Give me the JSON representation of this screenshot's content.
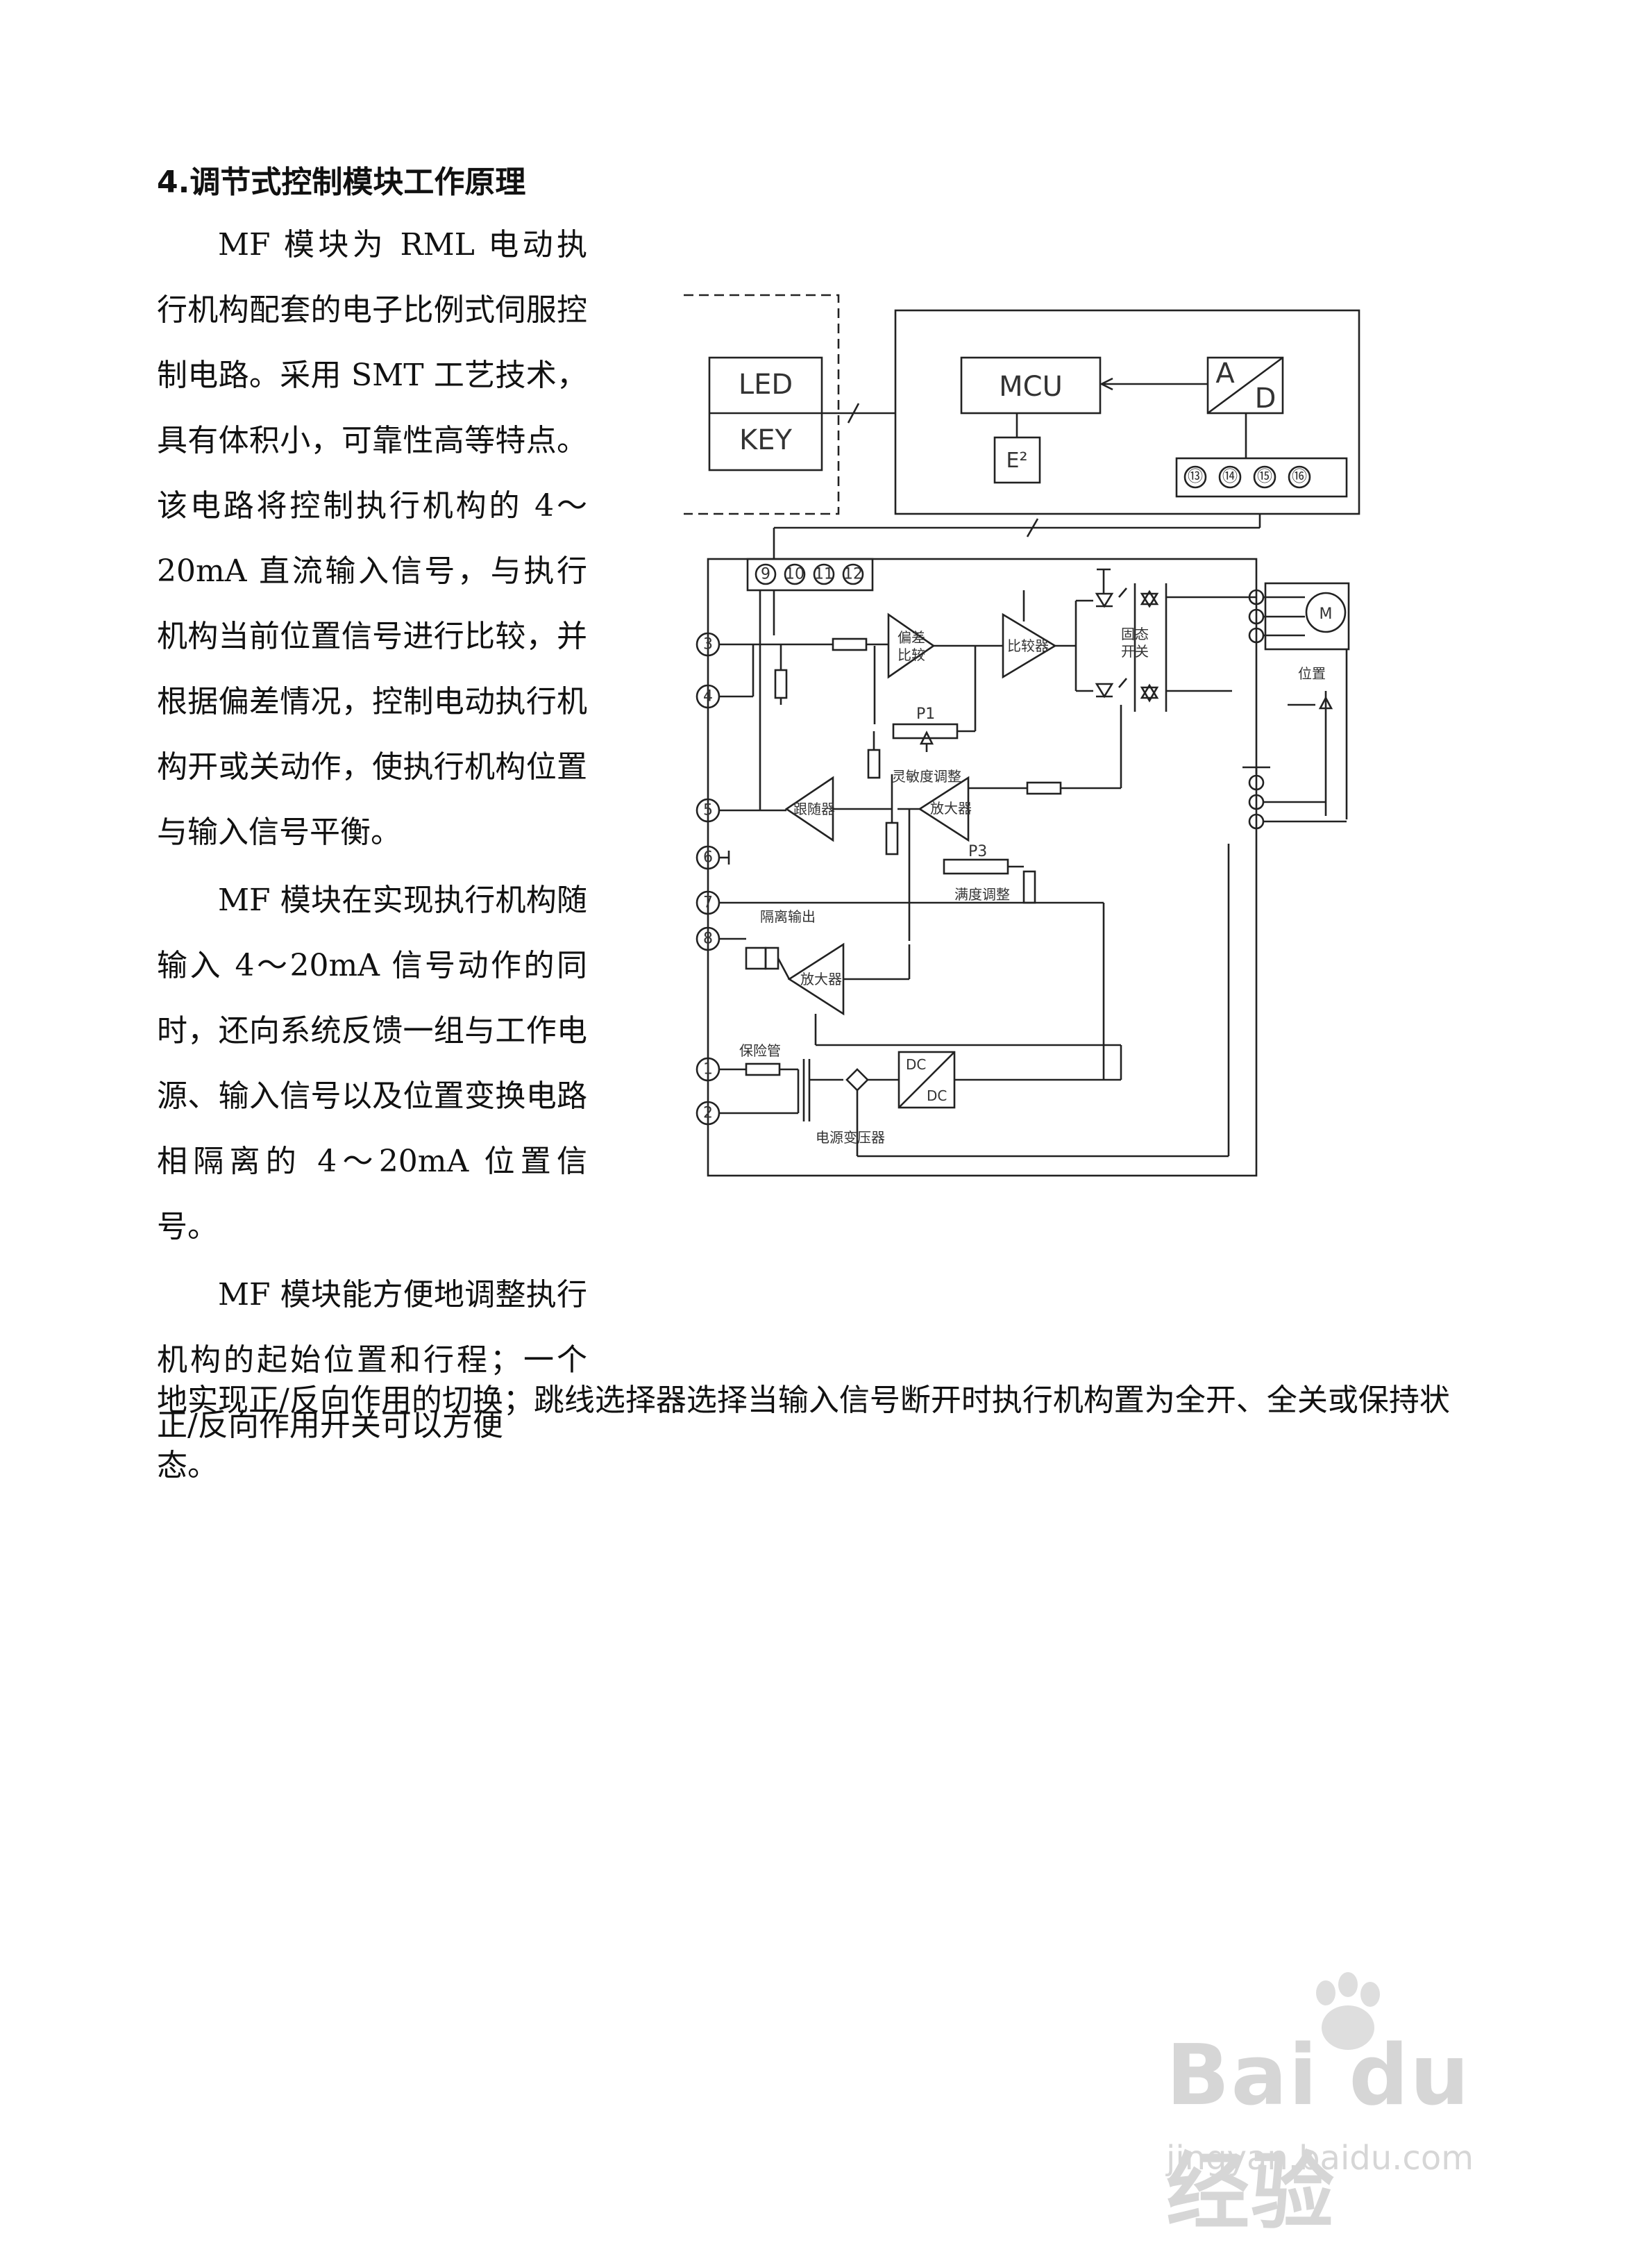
{
  "section_heading": "4.调节式控制模块工作原理",
  "paragraphs": {
    "p1": "MF 模块为 RML 电动执行机构配套的电子比例式伺服控制电路。采用 SMT 工艺技术，具有体积小，可靠性高等特点。该电路将控制执行机构的 4～20mA 直流输入信号，与执行机构当前位置信号进行比较，并根据偏差情况，控制电动执行机构开或关动作，使执行机构位置与输入信号平衡。",
    "p2": "MF 模块在实现执行机构随输入 4～20mA 信号动作的同时，还向系统反馈一组与工作电源、输入信号以及位置变换电路相隔离的 4～20mA 位置信号。",
    "p3_left": "MF 模块能方便地调整执行机构的起始位置和行程；一个正/反向作用开关可以方便",
    "p3_full": "地实现正/反向作用的切换；跳线选择器选择当输入信号断开时执行机构置为全开、全关或保持状态。"
  },
  "diagram": {
    "led": "LED",
    "key": "KEY",
    "mcu": "MCU",
    "ad_a": "A",
    "ad_d": "D",
    "e2": "E²",
    "top_pins": [
      "⑬",
      "⑭",
      "⑮",
      "⑯"
    ],
    "mid_pins": [
      "9",
      "10",
      "11",
      "12"
    ],
    "left_pins": [
      "3",
      "4",
      "5",
      "6",
      "7",
      "8",
      "1",
      "2"
    ],
    "deviation_compare": [
      "偏差",
      "比较"
    ],
    "comparator": "比较器",
    "ssr": [
      "固态",
      "开关"
    ],
    "motor": "M",
    "position": "位置",
    "p1": "P1",
    "sensitivity": "灵敏度调整",
    "follower": "跟随器",
    "amplifier": "放大器",
    "p3": "P3",
    "full_scale": "满度调整",
    "isolated_output": "隔离输出",
    "amplifier2": "放大器",
    "fuse": "保险管",
    "dc1": "DC",
    "dc2": "DC",
    "transformer": "电源变压器"
  },
  "watermark": {
    "brand": "Bai du 经验",
    "url": "jingyan.baidu.com"
  }
}
